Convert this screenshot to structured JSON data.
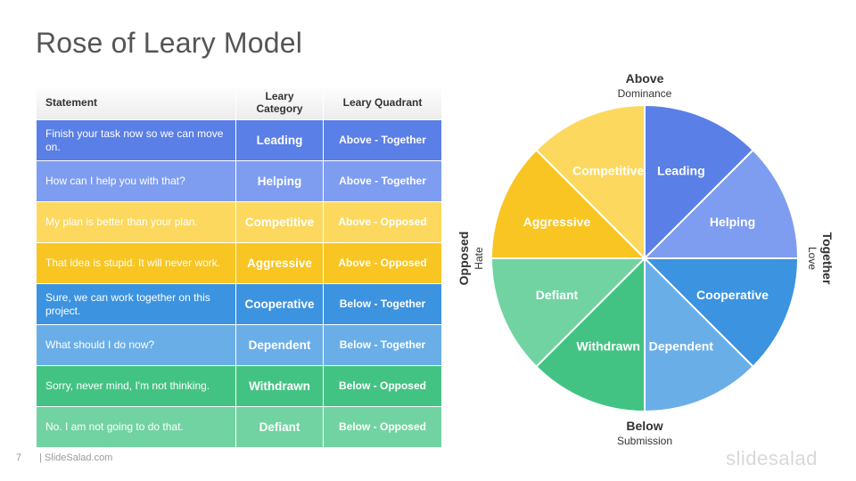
{
  "title": "Rose of Leary Model",
  "table": {
    "headers": [
      "Statement",
      "Leary\nCategory",
      "Leary Quadrant"
    ],
    "rows": [
      {
        "statement": "Finish your task now so we can move on.",
        "category": "Leading",
        "quadrant": "Above - Together",
        "color": "#5a7fe6"
      },
      {
        "statement": "How can I help you with that?",
        "category": "Helping",
        "quadrant": "Above - Together",
        "color": "#7f9df0"
      },
      {
        "statement": "My plan is better than your plan.",
        "category": "Competitive",
        "quadrant": "Above - Opposed",
        "color": "#fcd95e"
      },
      {
        "statement": "That idea is stupid. It will never work.",
        "category": "Aggressive",
        "quadrant": "Above - Opposed",
        "color": "#f8c522"
      },
      {
        "statement": "Sure, we can work together on this project.",
        "category": "Cooperative",
        "quadrant": "Below - Together",
        "color": "#3c93e0"
      },
      {
        "statement": "What should I do now?",
        "category": "Dependent",
        "quadrant": "Below - Together",
        "color": "#6aaee8"
      },
      {
        "statement": "Sorry, never mind, I'm not thinking.",
        "category": "Withdrawn",
        "quadrant": "Below - Opposed",
        "color": "#43c383"
      },
      {
        "statement": "No. I am not going to do that.",
        "category": "Defiant",
        "quadrant": "Below - Opposed",
        "color": "#72d3a2"
      }
    ]
  },
  "wheel": {
    "segments": [
      {
        "label": "Leading",
        "color": "#5a7fe6"
      },
      {
        "label": "Helping",
        "color": "#7f9df0"
      },
      {
        "label": "Cooperative",
        "color": "#3c93e0"
      },
      {
        "label": "Dependent",
        "color": "#6aaee8"
      },
      {
        "label": "Withdrawn",
        "color": "#43c383"
      },
      {
        "label": "Defiant",
        "color": "#72d3a2"
      },
      {
        "label": "Aggressive",
        "color": "#f8c522"
      },
      {
        "label": "Competitive",
        "color": "#fcd95e"
      }
    ],
    "axes": {
      "top": {
        "main": "Above",
        "sub": "Dominance"
      },
      "bottom": {
        "main": "Below",
        "sub": "Submission"
      },
      "left": {
        "main": "Opposed",
        "sub": "Hate"
      },
      "right": {
        "main": "Together",
        "sub": "Love"
      }
    }
  },
  "footer": {
    "page_number": "7",
    "site": "| SlideSalad.com",
    "logo": "slidesalad"
  }
}
